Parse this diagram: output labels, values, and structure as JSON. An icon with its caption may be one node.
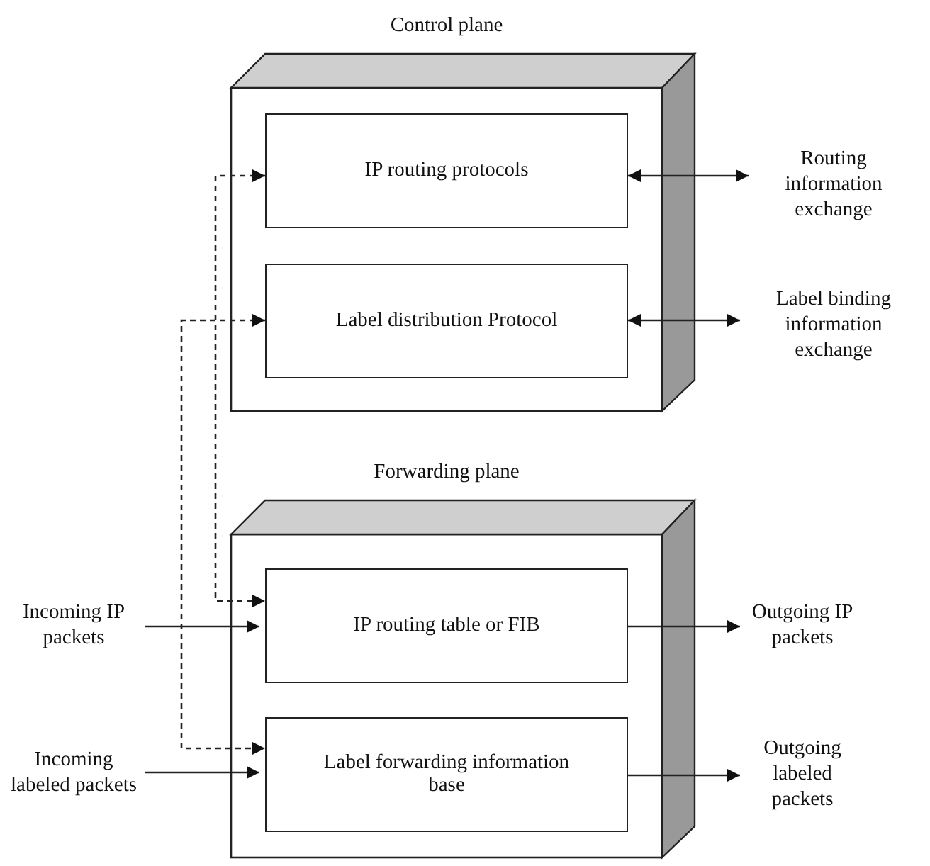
{
  "diagram": {
    "nodes": [
      {
        "text": [
          "Control plane"
        ]
      },
      {
        "text": [
          "IP routing protocols"
        ],
        "in": 0
      },
      {
        "text": [
          "Label distribution Protocol"
        ],
        "in": 0
      },
      {
        "text": [
          "Routing information exchange"
        ]
      },
      {
        "text": [
          "Label binding information exchange"
        ]
      },
      {
        "text": [
          "Forwarding plane"
        ]
      },
      {
        "text": [
          "IP routing table or FIB"
        ],
        "in": 5
      },
      {
        "text": [
          "Label forwarding information base"
        ],
        "in": 5
      },
      {
        "text": [
          "Incoming IP packets"
        ]
      },
      {
        "text": [
          "Incoming labeled packets"
        ]
      },
      {
        "text": [
          "Outgoing IP packets"
        ]
      },
      {
        "text": [
          "Outgoing labeled packets"
        ]
      }
    ],
    "edges": [
      {
        "from": 1,
        "to": 6,
        "arrow": "both",
        "style": "dashed"
      },
      {
        "from": 2,
        "to": 7,
        "arrow": "both",
        "style": "dashed"
      },
      {
        "from": 1,
        "to": 3,
        "arrow": "both"
      },
      {
        "from": 2,
        "to": 4,
        "arrow": "both"
      },
      {
        "from": 8,
        "to": 6,
        "arrow": "to"
      },
      {
        "from": 9,
        "to": 7,
        "arrow": "to"
      },
      {
        "from": 6,
        "to": 10,
        "arrow": "to"
      },
      {
        "from": 7,
        "to": 11,
        "arrow": "to"
      }
    ]
  }
}
